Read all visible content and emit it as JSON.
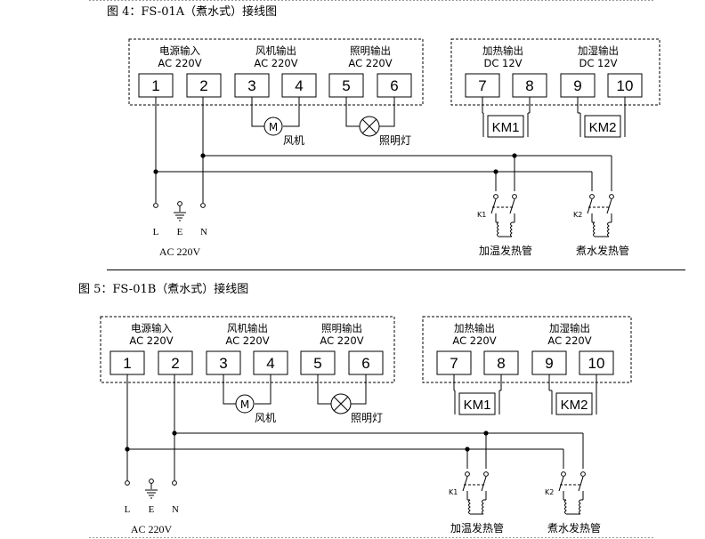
{
  "diagrams": [
    {
      "title": "图 4：FS-01A（煮水式）接线图",
      "groups": [
        {
          "name": "电源输入",
          "spec": "AC 220V"
        },
        {
          "name": "风机输出",
          "spec": "AC 220V"
        },
        {
          "name": "照明输出",
          "spec": "AC 220V"
        },
        {
          "name": "加热输出",
          "spec": "DC 12V"
        },
        {
          "name": "加湿输出",
          "spec": "DC 12V"
        }
      ],
      "terminals": [
        "1",
        "2",
        "3",
        "4",
        "5",
        "6",
        "7",
        "8",
        "9",
        "10"
      ],
      "relays": [
        "KM1",
        "KM2"
      ],
      "motor_symbol": "M",
      "fan_label": "风机",
      "lamp_label": "照明灯",
      "contacts": [
        "K1",
        "K2"
      ],
      "heater1_label": "加温发热管",
      "heater2_label": "煮水发热管",
      "power_terminals": [
        "L",
        "E",
        "N"
      ],
      "power_spec": "AC 220V"
    },
    {
      "title": "图 5：FS-01B（煮水式）接线图",
      "groups": [
        {
          "name": "电源输入",
          "spec": "AC 220V"
        },
        {
          "name": "风机输出",
          "spec": "AC 220V"
        },
        {
          "name": "照明输出",
          "spec": "AC 220V"
        },
        {
          "name": "加热输出",
          "spec": "AC 220V"
        },
        {
          "name": "加湿输出",
          "spec": "AC 220V"
        }
      ],
      "terminals": [
        "1",
        "2",
        "3",
        "4",
        "5",
        "6",
        "7",
        "8",
        "9",
        "10"
      ],
      "relays": [
        "KM1",
        "KM2"
      ],
      "motor_symbol": "M",
      "fan_label": "风机",
      "lamp_label": "照明灯",
      "contacts": [
        "K1",
        "K2"
      ],
      "heater1_label": "加温发热管",
      "heater2_label": "煮水发热管",
      "power_terminals": [
        "L",
        "E",
        "N"
      ],
      "power_spec": "AC 220V"
    }
  ]
}
